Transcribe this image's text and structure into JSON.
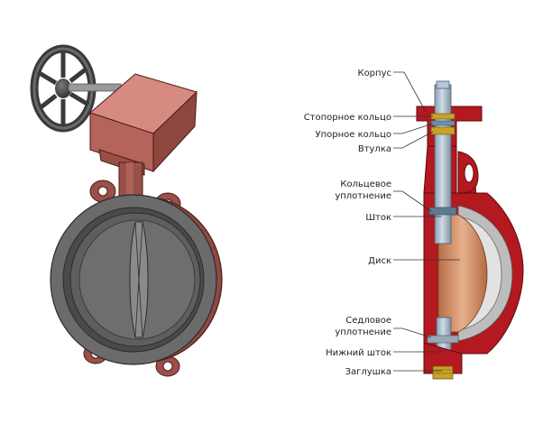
{
  "figure": {
    "labels": [
      {
        "id": "korpus",
        "text": "Корпус"
      },
      {
        "id": "stopornoe-koltso",
        "text": "Стопорное кольцо"
      },
      {
        "id": "upornoe-koltso",
        "text": "Упорное кольцо"
      },
      {
        "id": "vtulka",
        "text": "Втулка"
      },
      {
        "id": "koltsevoe-uplotnenie",
        "line1": "Кольцевое",
        "line2": "уплотнение"
      },
      {
        "id": "shtok",
        "text": "Шток"
      },
      {
        "id": "disk",
        "text": "Диск"
      },
      {
        "id": "sedlovoe-uplotnenie",
        "line1": "Седловое",
        "line2": "уплотнение"
      },
      {
        "id": "nizhniy-shtok",
        "text": "Нижний шток"
      },
      {
        "id": "zaglushka",
        "text": "Заглушка"
      }
    ]
  },
  "colors": {
    "body_red": "#b3191f",
    "body_red_dark": "#7a1014",
    "rust": "#9a5048",
    "rust_dark": "#6b3029",
    "gearbox": "#c56f65",
    "ring_gray": "#6b6b6b",
    "ring_dark": "#3d3d3d",
    "stem_blue": "#9fb3c6",
    "disc_copper": "#c8865d",
    "seal_yellow": "#c9a227"
  },
  "icons": {
    "left": "butterfly-valve-with-gear-operator-3d",
    "right": "butterfly-valve-cross-section"
  }
}
